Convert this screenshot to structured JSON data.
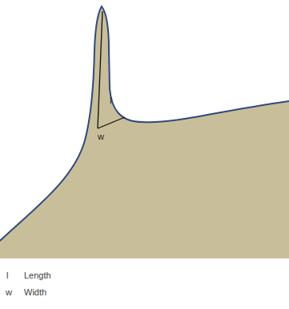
{
  "diagram": {
    "labels": [
      "l",
      "w",
      "l",
      "Length",
      "w",
      "Width"
    ]
  }
}
